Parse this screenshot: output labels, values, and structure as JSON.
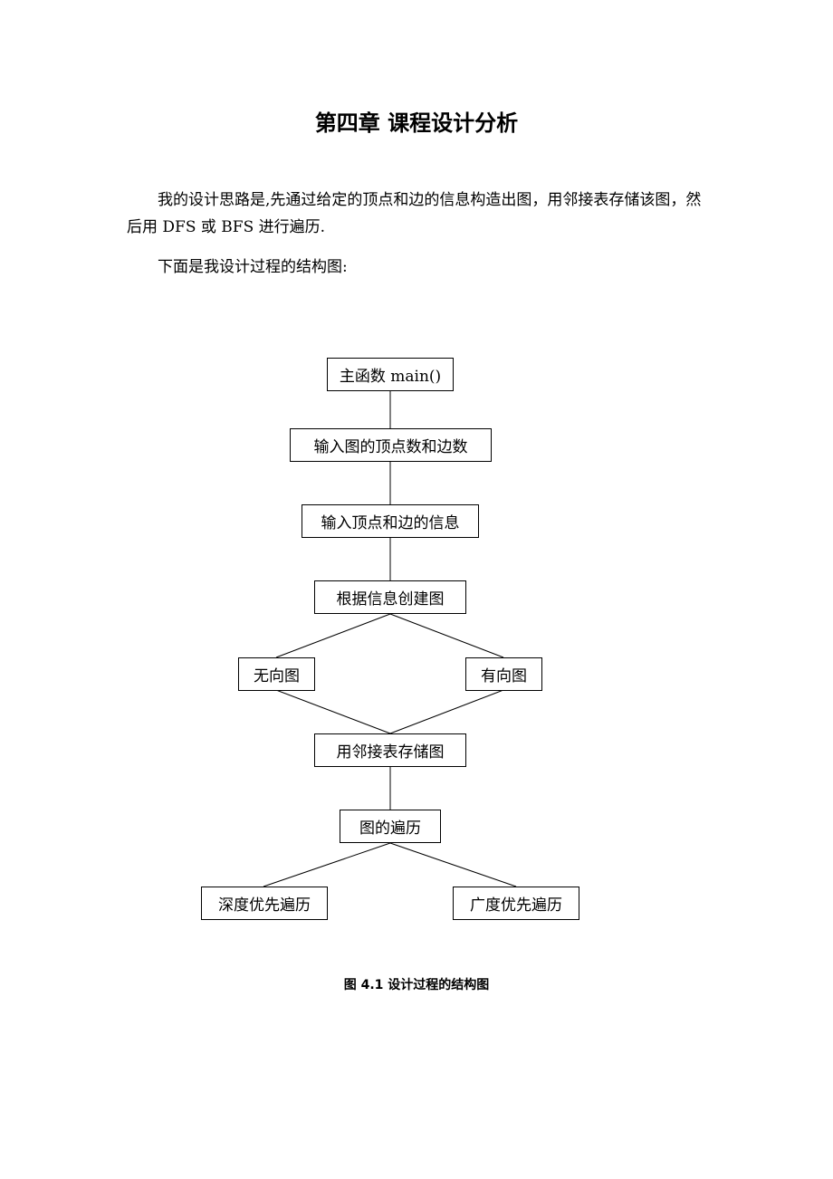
{
  "chapter_title": "第四章 课程设计分析",
  "paragraphs": [
    "我的设计思路是,先通过给定的顶点和边的信息构造出图，用邻接表存储该图，然后用 DFS 或 BFS 进行遍历.",
    "下面是我设计过程的结构图:"
  ],
  "flowchart": {
    "nodes": {
      "main": "主函数 main()",
      "input_counts": "输入图的顶点数和边数",
      "input_info": "输入顶点和边的信息",
      "create_graph": "根据信息创建图",
      "undirected": "无向图",
      "directed": "有向图",
      "adjacency_list": "用邻接表存储图",
      "traversal": "图的遍历",
      "dfs": "深度优先遍历",
      "bfs": "广度优先遍历"
    },
    "caption": "图 4.1  设计过程的结构图"
  }
}
